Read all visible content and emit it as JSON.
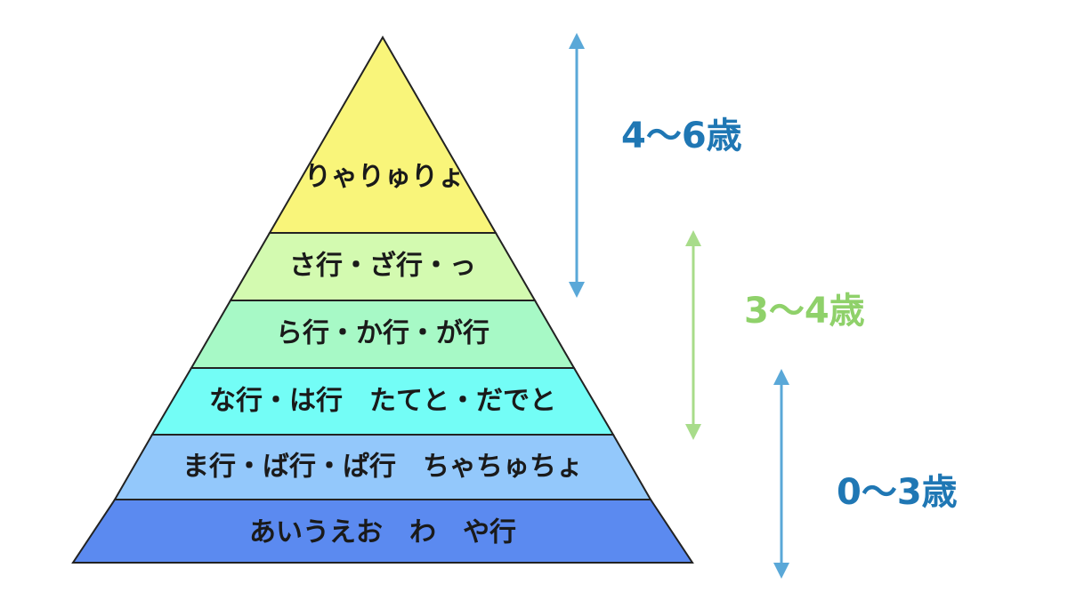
{
  "layers": [
    {
      "label": "りゃりゅりょ",
      "color": "#f9f57a"
    },
    {
      "label": "さ行・ざ行・っ",
      "color": "#d3fab0"
    },
    {
      "label": "ら行・か行・が行",
      "color": "#a7f9c6"
    },
    {
      "label": "な行・は行　たてと・だでと",
      "color": "#73fdf6"
    },
    {
      "label": "ま行・ば行・ぱ行　ちゃちゅちょ",
      "color": "#93c8fb"
    },
    {
      "label": "あいうえお　わ　や行",
      "color": "#5b8af0"
    }
  ],
  "age_ranges": [
    {
      "label": "4〜6歳",
      "color": "#1f77b4",
      "arrow_color": "#5aa8d8"
    },
    {
      "label": "3〜4歳",
      "color": "#8fd16a",
      "arrow_color": "#a8dc8a"
    },
    {
      "label": "0〜3歳",
      "color": "#1f77b4",
      "arrow_color": "#5aa8d8"
    }
  ]
}
